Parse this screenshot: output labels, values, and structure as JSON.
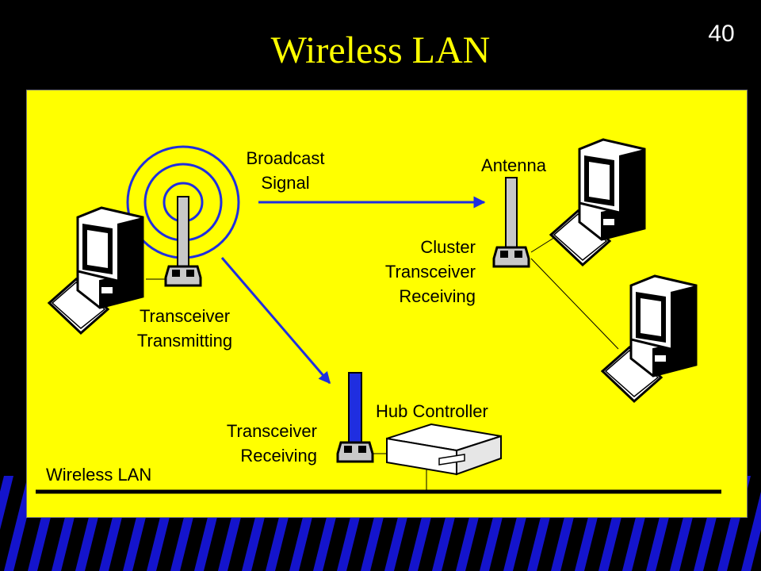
{
  "slide": {
    "number": "40",
    "title": "Wireless LAN"
  },
  "colors": {
    "background": "#000000",
    "panel": "#ffff00",
    "title_text": "#ffff00",
    "signal": "#1f2ee0",
    "stripe_fill": "#1414cc"
  },
  "labels": {
    "broadcast_signal": "Broadcast\nSignal",
    "antenna": "Antenna",
    "cluster_transceiver_receiving": "Cluster\nTransceiver\nReceiving",
    "transceiver_transmitting": "Transceiver\nTransmitting",
    "hub_controller": "Hub Controller",
    "transceiver_receiving": "Transceiver\nReceiving",
    "wireless_lan": "Wireless LAN"
  },
  "icons": {
    "computer": "desktop-computer-icon",
    "transceiver": "antenna-tower-icon",
    "hub": "hub-controller-box-icon",
    "waves": "radio-waves-icon"
  }
}
